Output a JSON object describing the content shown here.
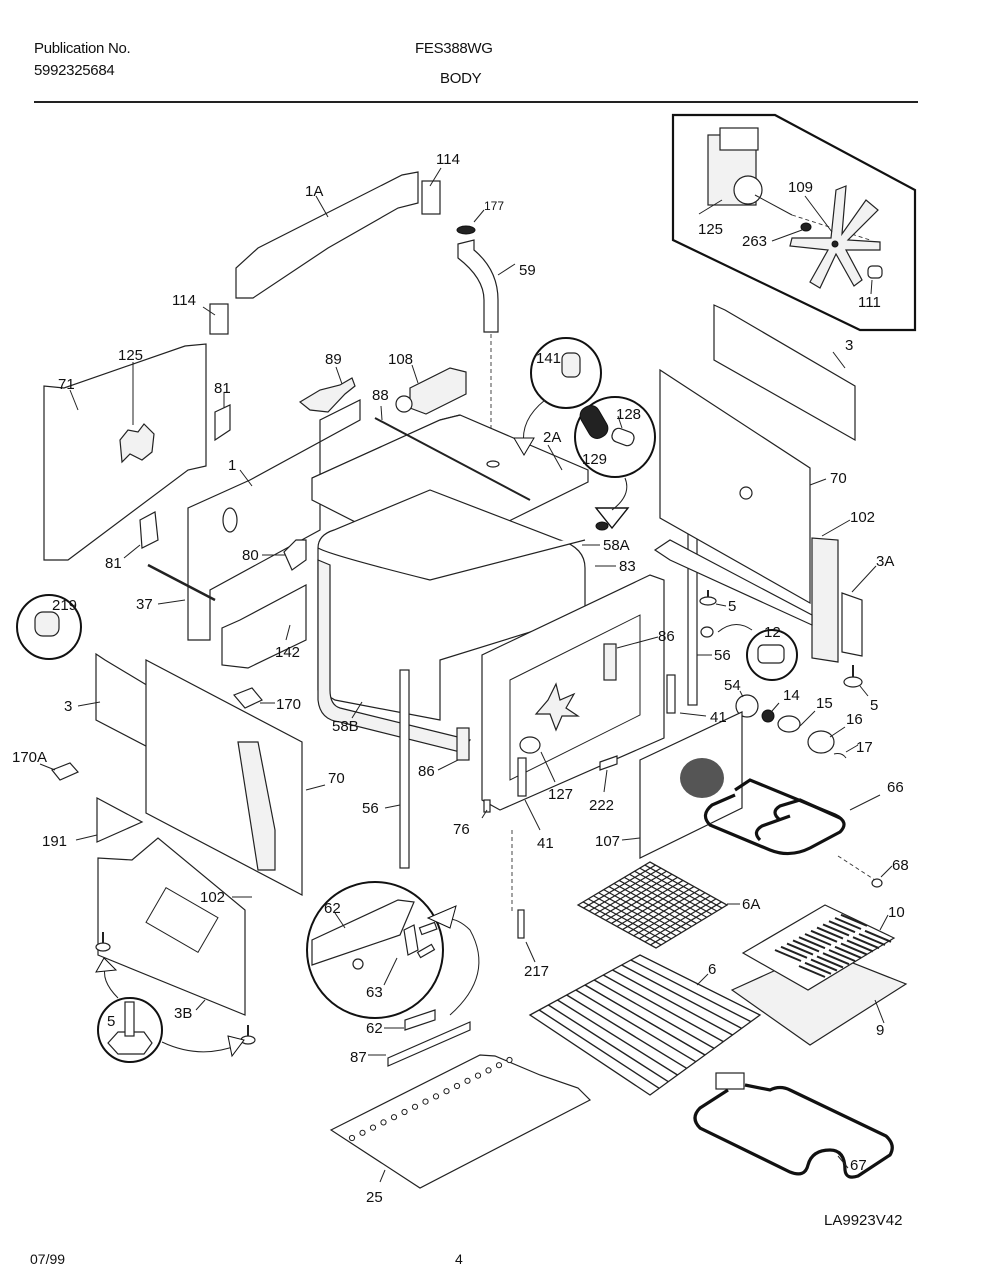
{
  "header": {
    "publication_label": "Publication No.",
    "publication_number": "5992325684",
    "model": "FES388WG",
    "section": "BODY"
  },
  "footer": {
    "date": "07/99",
    "page": "4",
    "diagram_code": "LA9923V42"
  },
  "callouts": {
    "c114a": "114",
    "c1A": "1A",
    "c177": "177",
    "c59": "59",
    "c114b": "114",
    "c125_inset": "125",
    "c109": "109",
    "c263": "263",
    "c111": "111",
    "c125": "125",
    "c71": "71",
    "c81a": "81",
    "c89": "89",
    "c108": "108",
    "c88": "88",
    "c141": "141",
    "c128": "128",
    "c129": "129",
    "c2A": "2A",
    "c3_right": "3",
    "c70_right": "70",
    "c102_right": "102",
    "c3A": "3A",
    "c1": "1",
    "c80": "80",
    "c81b": "81",
    "c37": "37",
    "c58A": "58A",
    "c83": "83",
    "c219": "219",
    "c5_mid": "5",
    "c12": "12",
    "c86_right": "86",
    "c56_right": "56",
    "c142": "142",
    "c5_right": "5",
    "c54": "54",
    "c14": "14",
    "c15": "15",
    "c16": "16",
    "c17": "17",
    "c41_right": "41",
    "c3_left": "3",
    "c170": "170",
    "c58B": "58B",
    "c86_left": "86",
    "c127": "127",
    "c222": "222",
    "c66": "66",
    "c170A": "170A",
    "c70_left": "70",
    "c56_left": "56",
    "c76": "76",
    "c41_bottom": "41",
    "c107": "107",
    "c191": "191",
    "c68": "68",
    "c6A": "6A",
    "c102_left": "102",
    "c62_detail": "62",
    "c10": "10",
    "c63": "63",
    "c217": "217",
    "c6": "6",
    "c9": "9",
    "c5_detail": "5",
    "c3B": "3B",
    "c62": "62",
    "c87": "87",
    "c67": "67",
    "c25": "25"
  }
}
